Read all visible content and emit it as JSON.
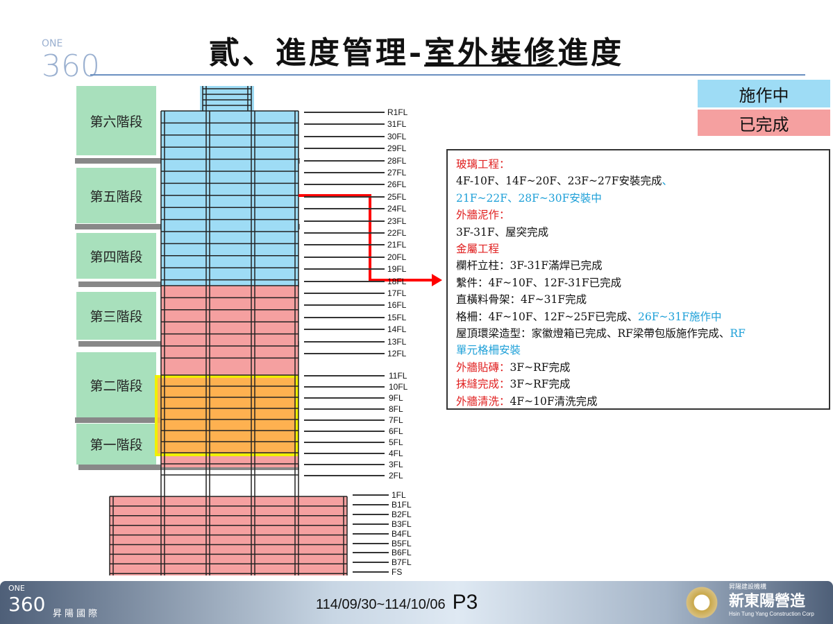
{
  "title": {
    "part1": "貳、進度管理-",
    "part2": "室外裝修",
    "part3": "進度"
  },
  "logo": {
    "brand": "ONE",
    "number": "360",
    "name": "昇陽國際"
  },
  "legend": {
    "in_progress": "施作中",
    "completed": "已完成",
    "colors": {
      "in_progress": "#9edcf5",
      "completed": "#f5a0a0"
    }
  },
  "stages": [
    "第六階段",
    "第五階段",
    "第四階段",
    "第三階段",
    "第二階段",
    "第一階段"
  ],
  "floors_upper": [
    "R1FL",
    "31FL",
    "30FL",
    "29FL",
    "28FL",
    "27FL",
    "26FL",
    "25FL",
    "24FL",
    "23FL",
    "22FL",
    "21FL",
    "20FL",
    "19FL",
    "18FL",
    "17FL",
    "16FL",
    "15FL",
    "14FL",
    "13FL",
    "12FL"
  ],
  "floors_mid": [
    "11FL",
    "10FL",
    "9FL",
    "8FL",
    "7FL",
    "6FL",
    "5FL",
    "4FL",
    "3FL",
    "2FL"
  ],
  "floors_base": [
    "1FL",
    "B1FL",
    "B2FL",
    "B3FL",
    "B4FL",
    "B5FL",
    "B6FL",
    "B7FL",
    "FS"
  ],
  "info": [
    [
      {
        "t": "玻璃工程：",
        "c": "red"
      }
    ],
    [
      {
        "t": "4F-10F、14F~20F、23F~27F安裝完成"
      },
      {
        "t": "、",
        "c": "blue"
      }
    ],
    [
      {
        "t": "21F~22F、28F~30F安裝中",
        "c": "blue"
      }
    ],
    [
      {
        "t": "外牆泥作：",
        "c": "red"
      }
    ],
    [
      {
        "t": "3F-31F、屋突完成"
      }
    ],
    [
      {
        "t": "金屬工程",
        "c": "red"
      }
    ],
    [
      {
        "t": "欄杆立柱：3F-31F滿焊已完成"
      }
    ],
    [
      {
        "t": "繫件：4F~10F、12F-31F已完成"
      }
    ],
    [
      {
        "t": "直橫料骨架：4F~31F完成"
      }
    ],
    [
      {
        "t": "格柵：4F~10F、12F~25F已完成、"
      },
      {
        "t": "26F~31F施作中",
        "c": "blue"
      }
    ],
    [
      {
        "t": "屋頂環梁造型：家徽燈箱已完成、RF梁帶包版施作完成、"
      },
      {
        "t": "RF",
        "c": "blue"
      }
    ],
    [
      {
        "t": "單元格柵安裝",
        "c": "blue"
      }
    ],
    [
      {
        "t": "外牆貼磚：",
        "c": "red"
      },
      {
        "t": "3F~RF完成"
      }
    ],
    [
      {
        "t": "抹縫完成：",
        "c": "red"
      },
      {
        "t": "3F~RF完成"
      }
    ],
    [
      {
        "t": "外牆清洗：",
        "c": "red"
      },
      {
        "t": "4F~10F清洗完成"
      }
    ]
  ],
  "footer": {
    "date_range": "114/09/30~114/10/06",
    "page": "P3",
    "company_small": "昇陽建設機構",
    "company": "新東陽營造",
    "company_en": "Hsin Tung Yang Construction Corp",
    "left_brand": "昇陽國際"
  }
}
